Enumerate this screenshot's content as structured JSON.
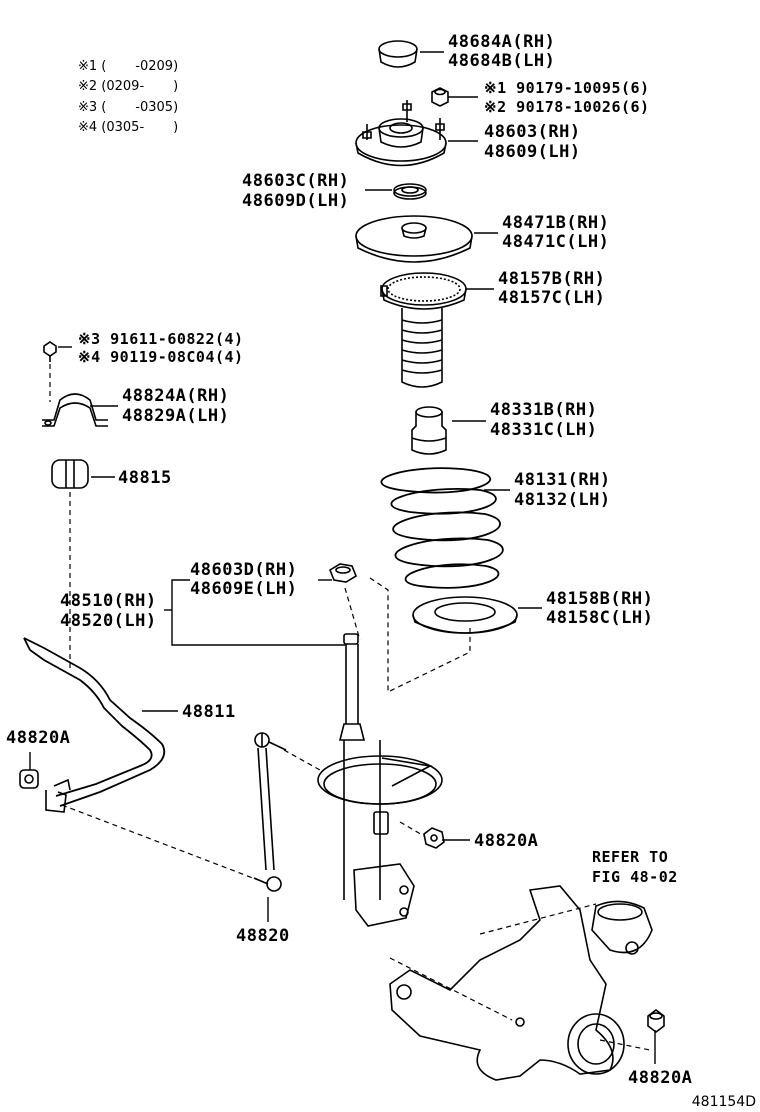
{
  "notes": [
    "※1 (       -0209)",
    "※2 (0209-       )",
    "※3 (       -0305)",
    "※4 (0305-       )"
  ],
  "labels": {
    "p48684": [
      "48684A(RH)",
      "48684B(LH)"
    ],
    "p90179": [
      "※1 90179-10095(6)",
      "※2 90178-10026(6)"
    ],
    "p48603": [
      "48603(RH)",
      "48609(LH)"
    ],
    "p48603C": [
      "48603C(RH)",
      "48609D(LH)"
    ],
    "p48471": [
      "48471B(RH)",
      "48471C(LH)"
    ],
    "p48157": [
      "48157B(RH)",
      "48157C(LH)"
    ],
    "p91611": [
      "※3 91611-60822(4)",
      "※4 90119-08C04(4)"
    ],
    "p48824": [
      "48824A(RH)",
      "48829A(LH)"
    ],
    "p48331": [
      "48331B(RH)",
      "48331C(LH)"
    ],
    "p48815": "48815",
    "p48131": [
      "48131(RH)",
      "48132(LH)"
    ],
    "p48603D": [
      "48603D(RH)",
      "48609E(LH)"
    ],
    "p48510": [
      "48510(RH)",
      "48520(LH)"
    ],
    "p48158": [
      "48158B(RH)",
      "48158C(LH)"
    ],
    "p48811": "48811",
    "p48820A_left": "48820A",
    "p48820A_mid": "48820A",
    "p48820A_bottom": "48820A",
    "p48820": "48820",
    "refer": [
      "REFER TO",
      "FIG 48-02"
    ]
  },
  "figure_id": "481154D"
}
